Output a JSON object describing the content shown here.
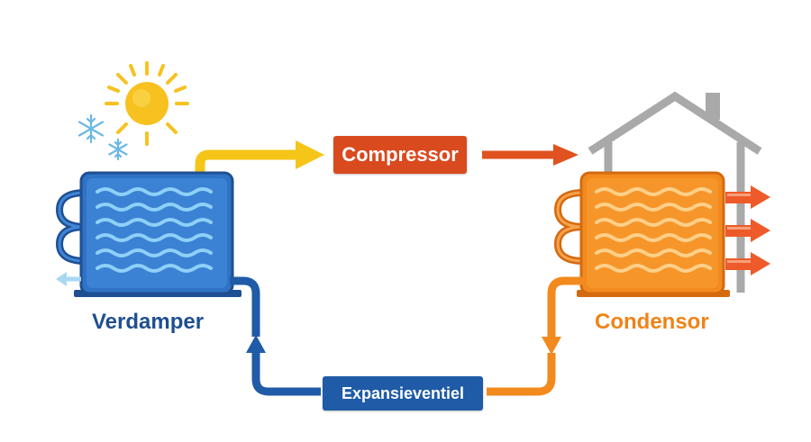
{
  "colors": {
    "evaporator": "#2f73c4",
    "evaporator_dark": "#1f4f93",
    "condenser": "#f28a1e",
    "condenser_dark": "#d46a10",
    "yellow_pipe": "#f5c518",
    "hot_pipe": "#e0521f",
    "house": "#a9a9a9",
    "sun": "#f7c21f",
    "snow": "#6ab8e6",
    "compressor_box": "#d94a1f",
    "expansion_box": "#1f5ba6",
    "evaporator_text": "#1f4f8f",
    "condenser_text": "#ee8417"
  },
  "labels": {
    "compressor": "Compressor",
    "expansion": "Expansieventiel",
    "evaporator": "Verdamper",
    "condenser": "Condensor"
  },
  "icons": [
    "sun-icon",
    "snowflake-icon",
    "house-icon",
    "heat-arrow-icon",
    "cold-arrow-icon"
  ]
}
